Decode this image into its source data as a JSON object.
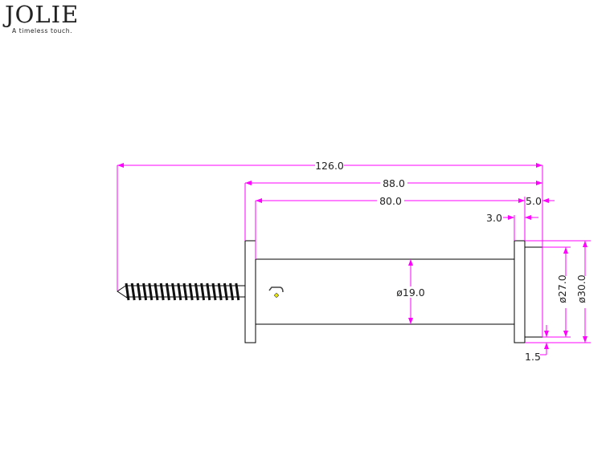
{
  "logo": {
    "brand": "JOLIE",
    "tagline": "A timeless touch."
  },
  "colors": {
    "dimension": "#ff00ff",
    "outline": "#000000"
  },
  "dimensions": {
    "overall": "126.0",
    "body_with_flange": "88.0",
    "tube": "80.0",
    "cap": "5.0",
    "flange": "3.0",
    "tube_dia": "ø19.0",
    "cap_dia": "ø27.0",
    "flange_dia": "ø30.0",
    "step": "1.5"
  }
}
